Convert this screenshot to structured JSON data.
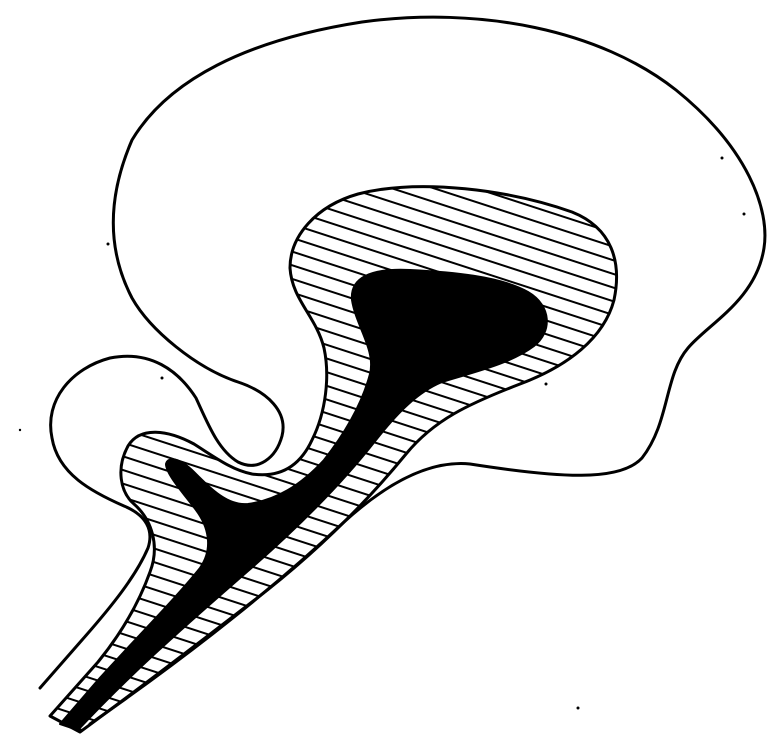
{
  "figure": {
    "kind": "line-drawing",
    "subject": "brain-sagittal-outline",
    "colors": {
      "background": "#ffffff",
      "ink": "#000000"
    },
    "regions": [
      {
        "name": "outer-outline",
        "fill": "none"
      },
      {
        "name": "hatched-layer",
        "fill": "hatched"
      },
      {
        "name": "solid-core",
        "fill": "solid"
      }
    ]
  }
}
